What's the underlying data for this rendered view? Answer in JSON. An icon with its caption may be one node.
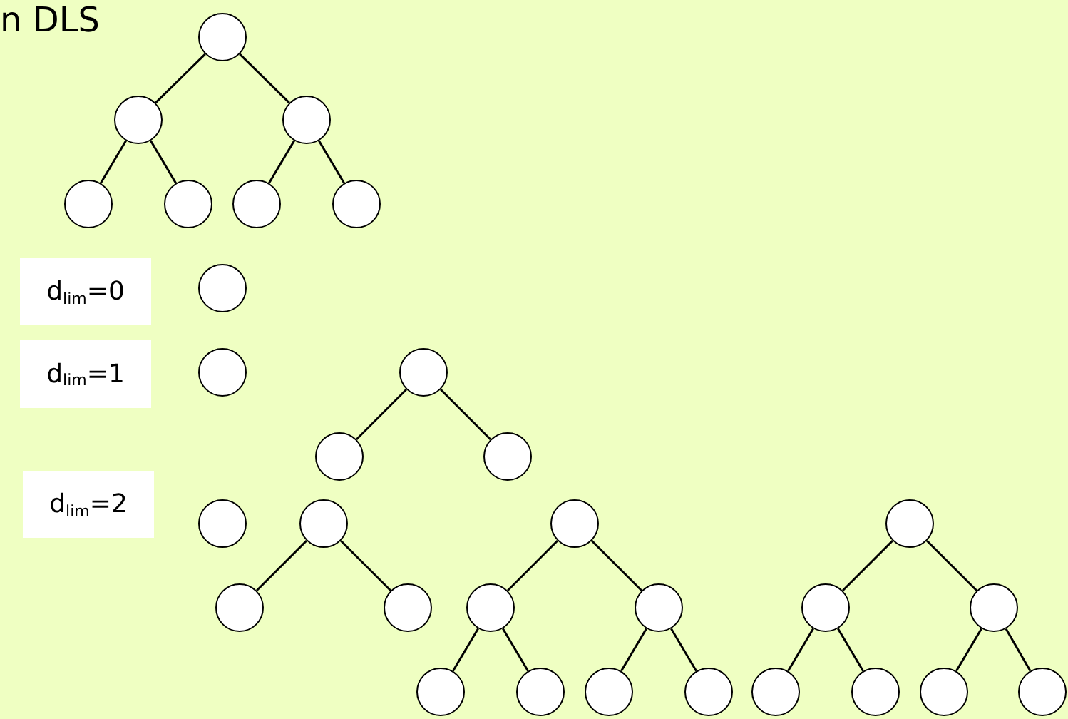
{
  "diagram": {
    "title": "n DLS",
    "nodes": [
      {
        "text": [],
        "shape": "circle"
      },
      {
        "text": [],
        "shape": "circle"
      },
      {
        "text": [],
        "shape": "circle"
      },
      {
        "text": [],
        "shape": "circle"
      },
      {
        "text": [],
        "shape": "circle"
      },
      {
        "text": [],
        "shape": "circle"
      },
      {
        "text": [],
        "shape": "circle"
      },
      {
        "text": [
          "d$_{lim}$=0"
        ]
      },
      {
        "text": [],
        "shape": "circle"
      },
      {
        "text": [
          "d$_{lim}$=1"
        ]
      },
      {
        "text": [],
        "shape": "circle"
      },
      {
        "text": [],
        "shape": "circle"
      },
      {
        "text": [],
        "shape": "circle"
      },
      {
        "text": [],
        "shape": "circle"
      },
      {
        "text": [
          "d$_{lim}$=2"
        ]
      },
      {
        "text": [],
        "shape": "circle"
      },
      {
        "text": [],
        "shape": "circle"
      },
      {
        "text": [],
        "shape": "circle"
      },
      {
        "text": [],
        "shape": "circle"
      },
      {
        "text": [],
        "shape": "circle"
      },
      {
        "text": [],
        "shape": "circle"
      },
      {
        "text": [],
        "shape": "circle"
      },
      {
        "text": [],
        "shape": "circle"
      },
      {
        "text": [],
        "shape": "circle"
      },
      {
        "text": [],
        "shape": "circle"
      },
      {
        "text": [],
        "shape": "circle"
      },
      {
        "text": [],
        "shape": "circle"
      },
      {
        "text": [],
        "shape": "circle"
      },
      {
        "text": [],
        "shape": "circle"
      },
      {
        "text": [],
        "shape": "circle"
      },
      {
        "text": [],
        "shape": "circle"
      },
      {
        "text": [],
        "shape": "circle"
      },
      {
        "text": [],
        "shape": "circle"
      }
    ],
    "edges": [
      {
        "from": 0,
        "to": 1,
        "arrow": "none"
      },
      {
        "from": 0,
        "to": 2,
        "arrow": "none"
      },
      {
        "from": 1,
        "to": 3,
        "arrow": "none"
      },
      {
        "from": 1,
        "to": 4,
        "arrow": "none"
      },
      {
        "from": 2,
        "to": 5,
        "arrow": "none"
      },
      {
        "from": 2,
        "to": 6,
        "arrow": "none"
      },
      {
        "from": 11,
        "to": 12,
        "arrow": "none"
      },
      {
        "from": 11,
        "to": 13,
        "arrow": "none"
      },
      {
        "from": 16,
        "to": 17,
        "arrow": "none"
      },
      {
        "from": 16,
        "to": 18,
        "arrow": "none"
      },
      {
        "from": 19,
        "to": 20,
        "arrow": "none"
      },
      {
        "from": 19,
        "to": 21,
        "arrow": "none"
      },
      {
        "from": 20,
        "to": 22,
        "arrow": "none"
      },
      {
        "from": 20,
        "to": 23,
        "arrow": "none"
      },
      {
        "from": 21,
        "to": 24,
        "arrow": "none"
      },
      {
        "from": 21,
        "to": 25,
        "arrow": "none"
      },
      {
        "from": 26,
        "to": 27,
        "arrow": "none"
      },
      {
        "from": 26,
        "to": 28,
        "arrow": "none"
      },
      {
        "from": 27,
        "to": 29,
        "arrow": "none"
      },
      {
        "from": 27,
        "to": 30,
        "arrow": "none"
      },
      {
        "from": 28,
        "to": 31,
        "arrow": "none"
      },
      {
        "from": 28,
        "to": 32,
        "arrow": "none"
      }
    ]
  }
}
